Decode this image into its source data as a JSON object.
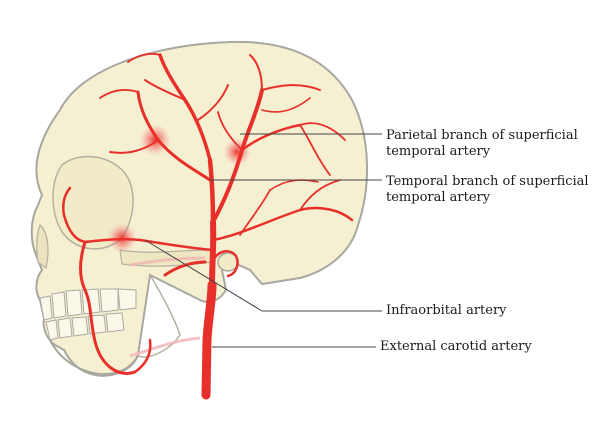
{
  "colors": {
    "skull_fill": "#f6f0d2",
    "skull_outline": "#a8a8a0",
    "artery": "#e8302a",
    "artery_glow": "#f5a0a0",
    "leader_line": "#444444"
  },
  "labels": {
    "parietal": {
      "line1": "Parietal branch of superficial",
      "line2": "temporal artery"
    },
    "temporal": {
      "line1": "Temporal branch of superficial",
      "line2": "temporal artery"
    },
    "infraorbital": "Infraorbital artery",
    "external_carotid": "External carotid artery"
  }
}
